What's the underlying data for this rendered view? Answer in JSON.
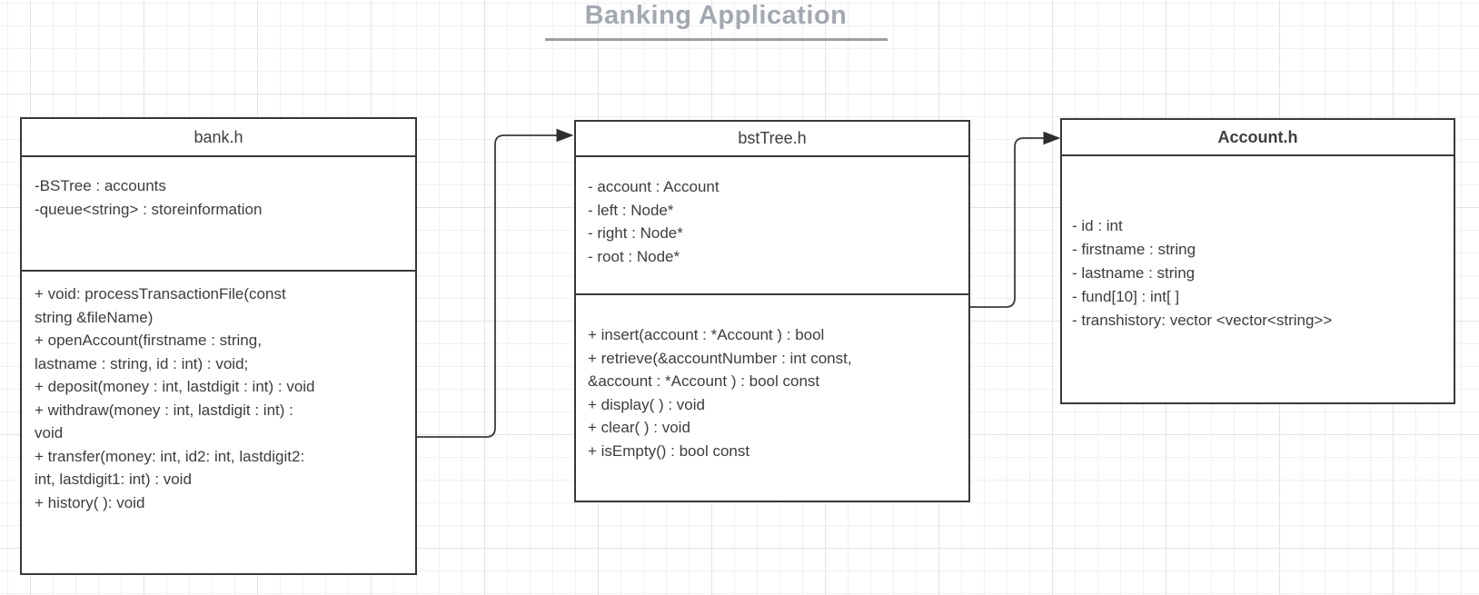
{
  "title": {
    "text": "Banking Application"
  },
  "classes": [
    {
      "name": "bank.h",
      "attributes": [
        "-BSTree : accounts",
        "-queue<string> : storeinformation"
      ],
      "method_lines": [
        "+ void: processTransactionFile(const",
        "string &fileName)",
        "+ openAccount(firstname : string,",
        "lastname : string, id : int) : void;",
        "+ deposit(money : int, lastdigit : int) : void",
        "+ withdraw(money : int, lastdigit : int) :",
        "void",
        "+ transfer(money: int, id2: int, lastdigit2:",
        "int, lastdigit1: int) : void",
        "+ history( ): void"
      ]
    },
    {
      "name": "bstTree.h",
      "attributes": [
        "- account : Account",
        "- left : Node*",
        "- right : Node*",
        "- root : Node*"
      ],
      "method_lines": [
        "+ insert(account : *Account ) : bool",
        "+ retrieve(&accountNumber : int const,",
        "&account : *Account ) : bool const",
        "+ display( ) : void",
        "+ clear( ) : void",
        "+ isEmpty() : bool const"
      ]
    },
    {
      "name": "Account.h",
      "attributes": [
        "- id : int",
        "- firstname : string",
        "- lastname : string",
        "- fund[10] : int[ ]",
        "- transhistory: vector <vector<string>>"
      ],
      "method_lines": []
    }
  ],
  "connectors": [
    {
      "from": "bank.h",
      "to": "bstTree.h",
      "style": "orthogonal-arrow"
    },
    {
      "from": "bstTree.h",
      "to": "Account.h",
      "style": "orthogonal-arrow"
    }
  ],
  "colors": {
    "box_border": "#383838",
    "box_text": "#3d3d3d",
    "title_text": "#a3a8b1",
    "title_underline": "#9b9fa6",
    "connector": "#3b3b3b",
    "grid_minor": "#f1f1f2",
    "grid_major": "#e3e3e5"
  }
}
